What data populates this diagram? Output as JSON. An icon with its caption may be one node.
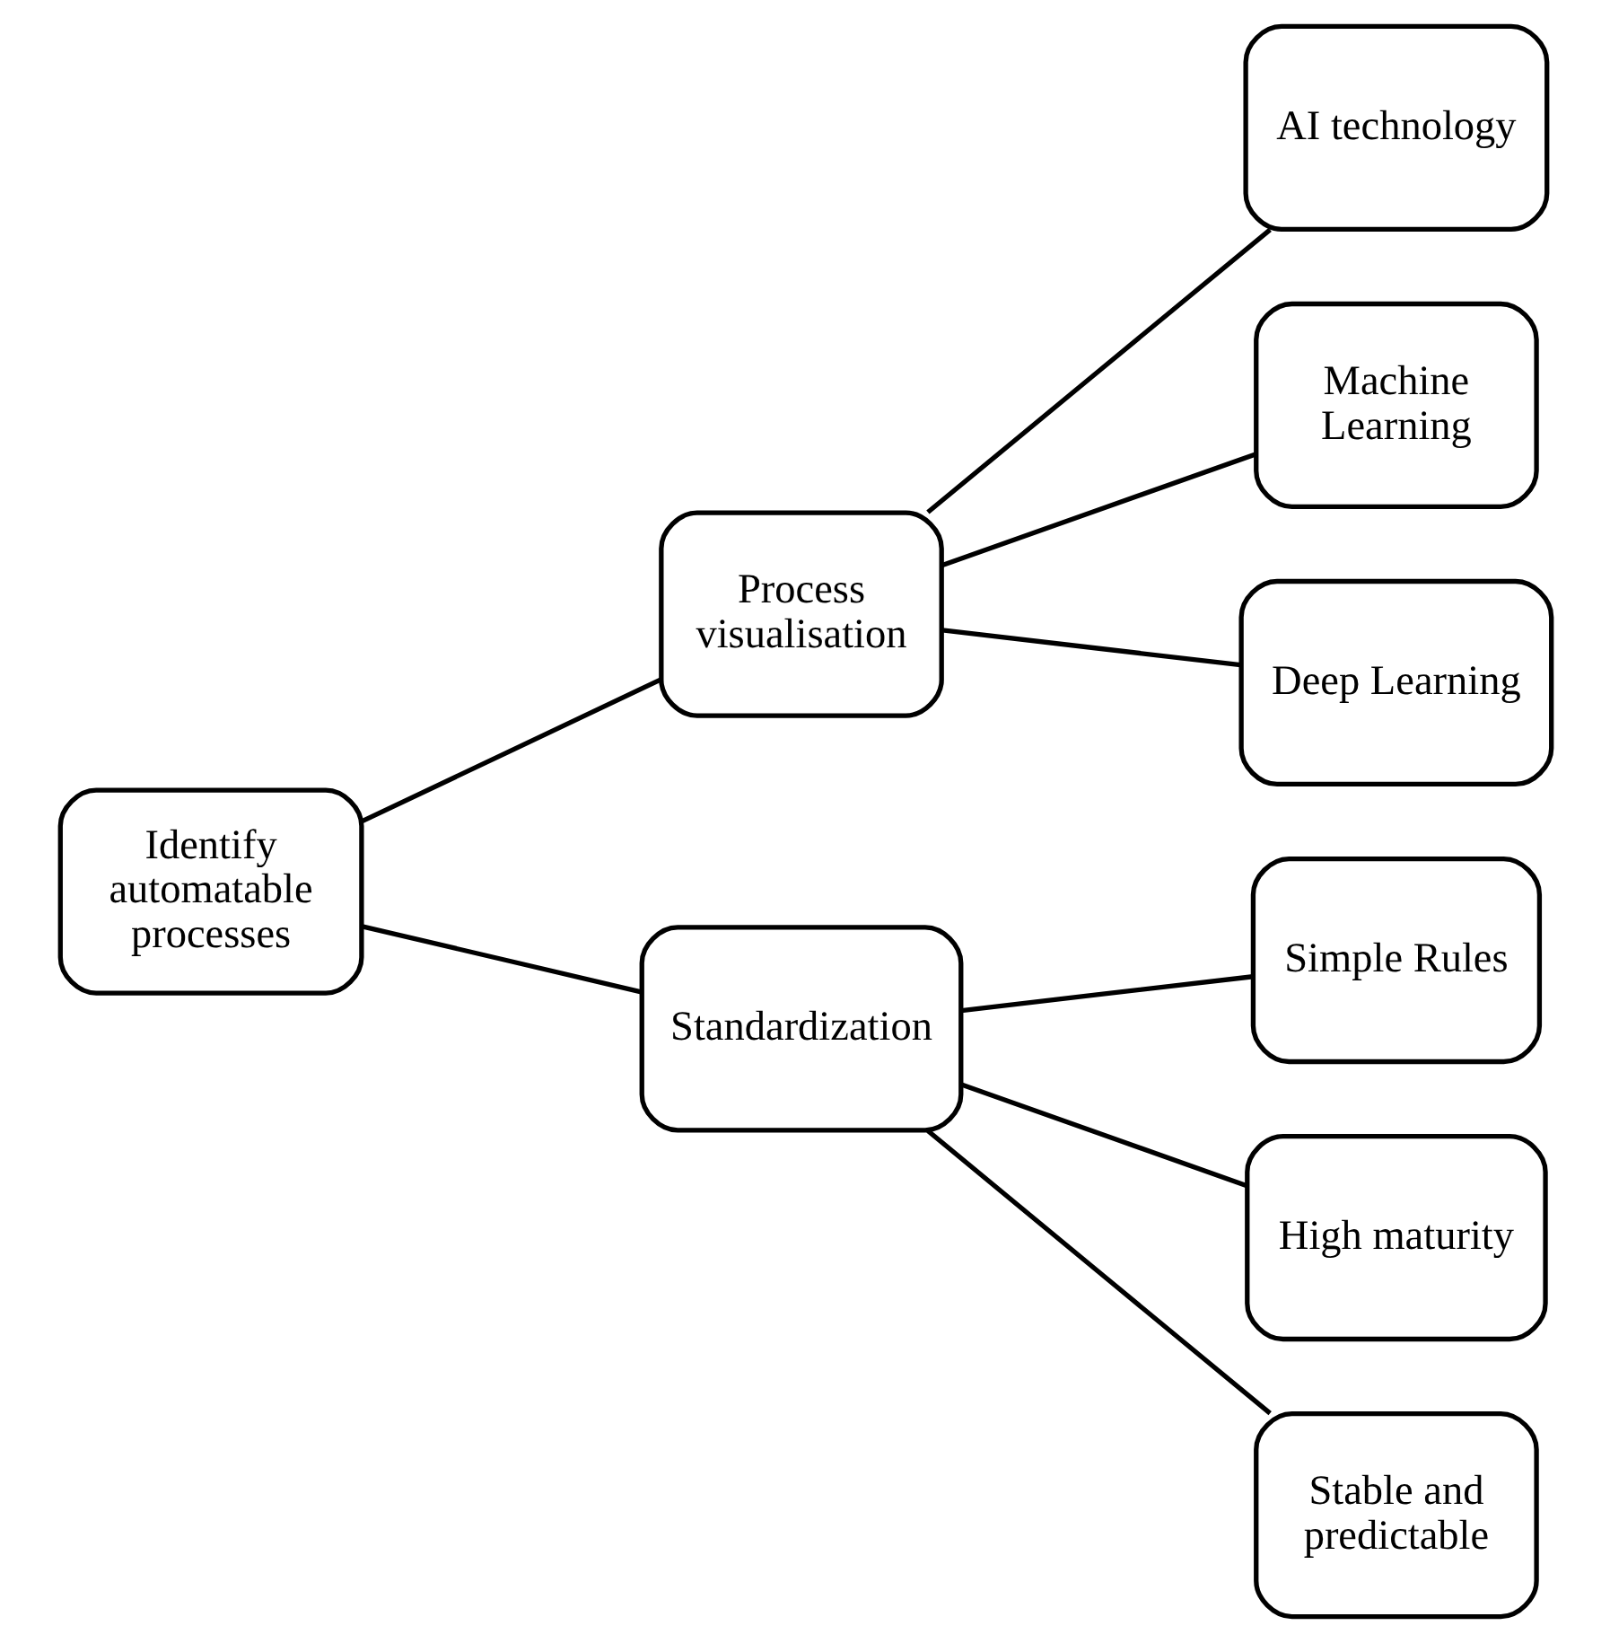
{
  "diagram": {
    "nodes": [
      {
        "text": [
          "Identify automatable processes"
        ]
      },
      {
        "text": [
          "Process visualisation"
        ]
      },
      {
        "text": [
          "AI technology"
        ]
      },
      {
        "text": [
          "Machine Learning"
        ]
      },
      {
        "text": [
          "Deep Learning"
        ]
      },
      {
        "text": [
          "Standardization"
        ]
      },
      {
        "text": [
          "Simple Rules"
        ]
      },
      {
        "text": [
          "High maturity"
        ]
      },
      {
        "text": [
          "Stable and predictable"
        ]
      }
    ],
    "edges": [
      {
        "from": 0,
        "to": 1,
        "arrow": "none"
      },
      {
        "from": 0,
        "to": 5,
        "arrow": "none"
      },
      {
        "from": 1,
        "to": 2,
        "arrow": "none"
      },
      {
        "from": 1,
        "to": 3,
        "arrow": "none"
      },
      {
        "from": 1,
        "to": 4,
        "arrow": "none"
      },
      {
        "from": 5,
        "to": 6,
        "arrow": "none"
      },
      {
        "from": 5,
        "to": 7,
        "arrow": "none"
      },
      {
        "from": 5,
        "to": 8,
        "arrow": "none"
      }
    ]
  }
}
